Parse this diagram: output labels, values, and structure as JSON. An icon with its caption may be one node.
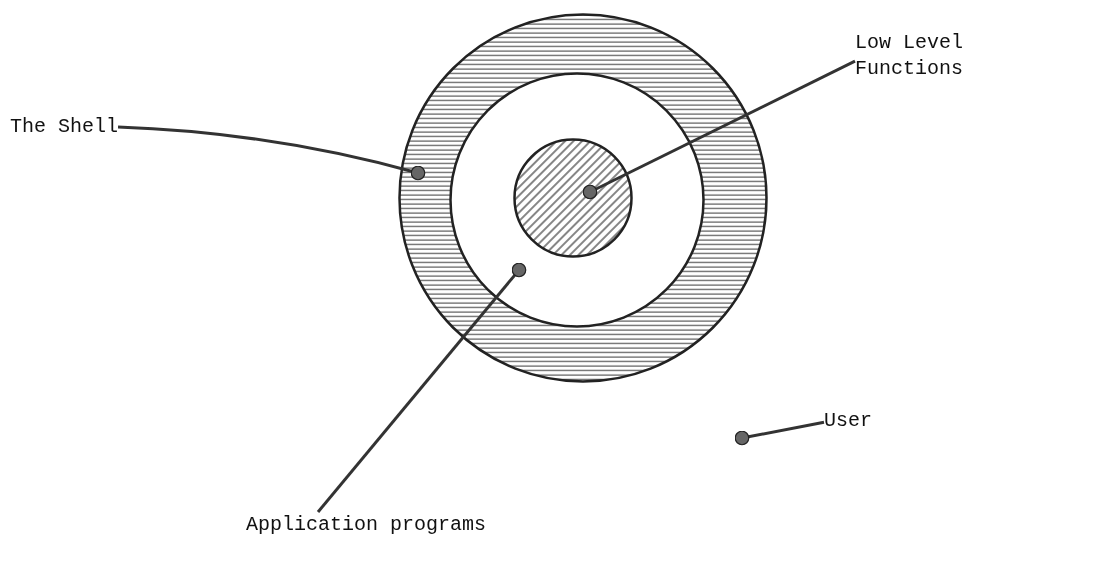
{
  "diagram": {
    "nodes": [
      {
        "text": [
          "The Shell"
        ]
      },
      {
        "text": [
          "Low Level Functions"
        ]
      },
      {
        "text": [
          "Application programs"
        ]
      },
      {
        "text": [
          "User"
        ]
      },
      {
        "text": [],
        "shape": "circle"
      },
      {
        "text": [],
        "shape": "circle",
        "in": 4
      },
      {
        "text": [],
        "shape": "circle",
        "in": 5
      }
    ],
    "edges": [
      {
        "from": 0,
        "to": 4,
        "arrow": "other"
      },
      {
        "from": 1,
        "to": 6,
        "arrow": "other"
      },
      {
        "from": 2,
        "to": 5,
        "arrow": "other"
      },
      {
        "from": 3,
        "to": null,
        "arrow": "other"
      }
    ]
  }
}
